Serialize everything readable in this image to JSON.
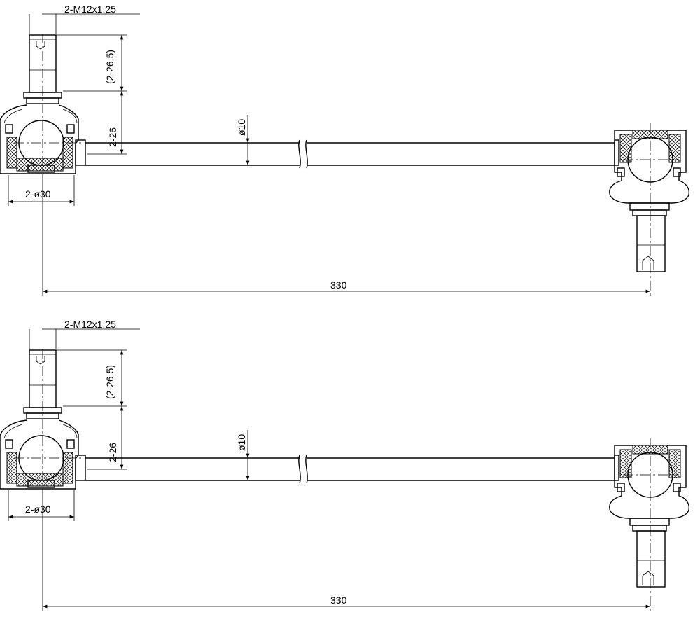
{
  "drawings": [
    {
      "thread_label": "2-M12x1.25",
      "stud_length_label": "(2-26.5)",
      "stud_offset_label": "2-26",
      "rod_diameter_label": "ø10",
      "ball_diameter_label": "2-ø30",
      "overall_length_label": "330"
    },
    {
      "thread_label": "2-M12x1.25",
      "stud_length_label": "(2-26.5)",
      "stud_offset_label": "2-26",
      "rod_diameter_label": "ø10",
      "ball_diameter_label": "2-ø30",
      "overall_length_label": "330"
    }
  ]
}
